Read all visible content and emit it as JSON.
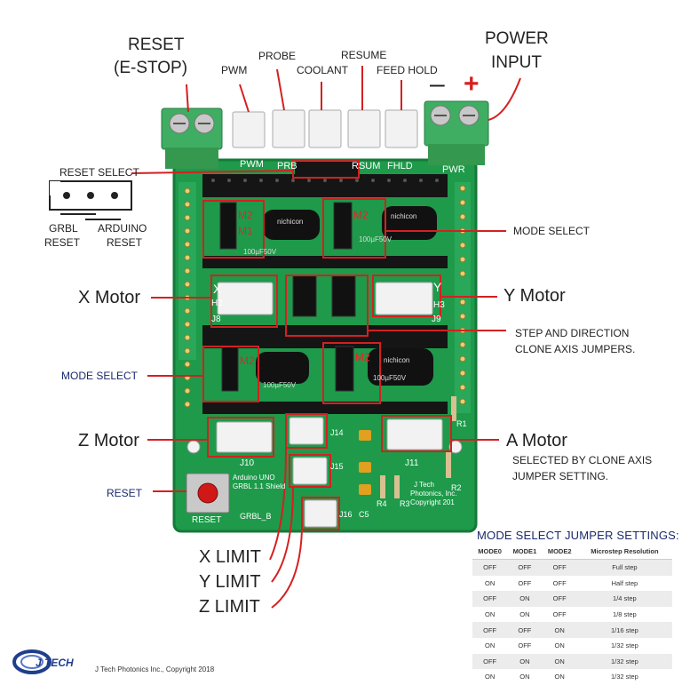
{
  "labels": {
    "reset_estop_line1": "RESET",
    "reset_estop_line2": "(E-STOP)",
    "pwm": "PWM",
    "probe": "PROBE",
    "coolant": "COOLANT",
    "resume": "RESUME",
    "feed_hold": "FEED HOLD",
    "power_line1": "POWER",
    "power_line2": "INPUT",
    "minus": "–",
    "plus": "+",
    "reset_select": "RESET SELECT",
    "grbl_reset_line1": "GRBL",
    "grbl_reset_line2": "RESET",
    "arduino_reset_line1": "ARDUINO",
    "arduino_reset_line2": "RESET",
    "mode_select_right": "MODE SELECT",
    "x_motor": "X Motor",
    "y_motor": "Y Motor",
    "step_dir_line1": "STEP AND DIRECTION",
    "step_dir_line2": "CLONE AXIS JUMPERS.",
    "mode_select_left": "MODE SELECT",
    "z_motor": "Z Motor",
    "a_motor": "A Motor",
    "a_motor_note_line1": "SELECTED BY CLONE AXIS",
    "a_motor_note_line2": "JUMPER SETTING.",
    "reset": "RESET",
    "x_limit": "X LIMIT",
    "y_limit": "Y LIMIT",
    "z_limit": "Z LIMIT"
  },
  "board": {
    "silk_pwm": "PWM",
    "silk_prb": "PRB",
    "silk_rsum": "RSUM",
    "silk_fhld": "FHLD",
    "silk_pwr": "PWR",
    "silk_m2": "M2",
    "silk_m1": "M1",
    "silk_j8": "J8",
    "silk_j9": "J9",
    "silk_j10": "J10",
    "silk_j11": "J11",
    "silk_j14": "J14",
    "silk_j15": "J15",
    "silk_j16": "J16",
    "silk_c5": "C5",
    "silk_h2": "H2",
    "silk_h3": "H3",
    "silk_x": "X",
    "silk_y": "Y",
    "silk_reset": "RESET",
    "silk_grbl_b": "GRBL_B",
    "silk_shield1": "Arduino UNO",
    "silk_shield2": "GRBL 1.1 Shield",
    "silk_jtech1": "J Tech",
    "silk_jtech2": "Photonics, Inc.",
    "silk_jtech3": "Copyright 201",
    "cap_brand": "nichicon",
    "cap_rating": "100µF50V",
    "r_labels": [
      "R4",
      "R3",
      "R2",
      "R1"
    ]
  },
  "table": {
    "title": "MODE SELECT JUMPER SETTINGS:",
    "headers": [
      "MODE0",
      "MODE1",
      "MODE2",
      "Microstep Resolution"
    ],
    "rows": [
      [
        "OFF",
        "OFF",
        "OFF",
        "Full step"
      ],
      [
        "ON",
        "OFF",
        "OFF",
        "Half step"
      ],
      [
        "OFF",
        "ON",
        "OFF",
        "1/4 step"
      ],
      [
        "ON",
        "ON",
        "OFF",
        "1/8 step"
      ],
      [
        "OFF",
        "OFF",
        "ON",
        "1/16 step"
      ],
      [
        "ON",
        "OFF",
        "ON",
        "1/32 step"
      ],
      [
        "OFF",
        "ON",
        "ON",
        "1/32 step"
      ],
      [
        "ON",
        "ON",
        "ON",
        "1/32 step"
      ]
    ]
  },
  "footer": {
    "logo_text": "J TECH",
    "copyright": "J Tech Photonics Inc., Copyright 2018"
  },
  "colors": {
    "pcb": "#1e9a4a",
    "pcb_dark": "#157a38",
    "callout": "#d42020",
    "header_black": "#151515",
    "terminal_green": "#3fae62",
    "connector_white": "#f2f2f2",
    "table_title": "#1a2a6c"
  }
}
